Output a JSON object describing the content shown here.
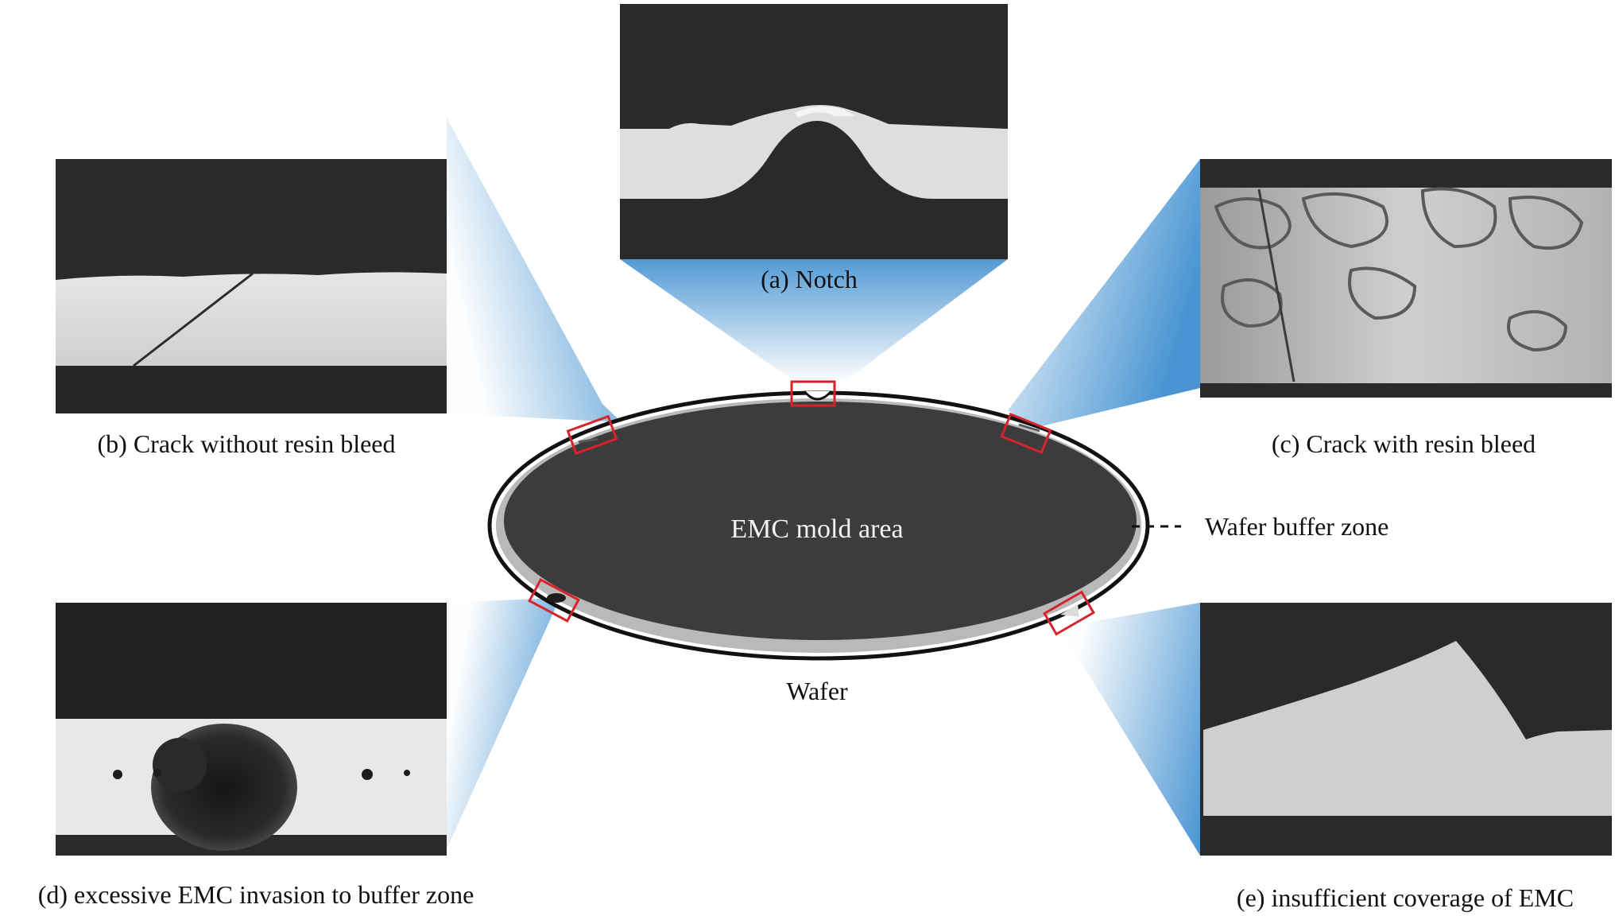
{
  "diagram": {
    "center_label": "EMC mold area",
    "wafer_label": "Wafer",
    "buffer_label": "Wafer buffer zone"
  },
  "panels": [
    {
      "id": "a",
      "caption": "(a) Notch"
    },
    {
      "id": "b",
      "caption": "(b) Crack without resin bleed"
    },
    {
      "id": "c",
      "caption": "(c) Crack with resin bleed"
    },
    {
      "id": "d",
      "caption": "(d) excessive EMC invasion to buffer zone"
    },
    {
      "id": "e",
      "caption": "(e) insufficient coverage of EMC"
    }
  ],
  "colors": {
    "mold": "#3c3b3d",
    "buffer": "#b9b9b9",
    "outline": "#111111",
    "marker": "#d8232a",
    "beam": "#3f8fd0",
    "micrograph_dark": "#2a2a2c",
    "micrograph_light": "#dedede"
  }
}
